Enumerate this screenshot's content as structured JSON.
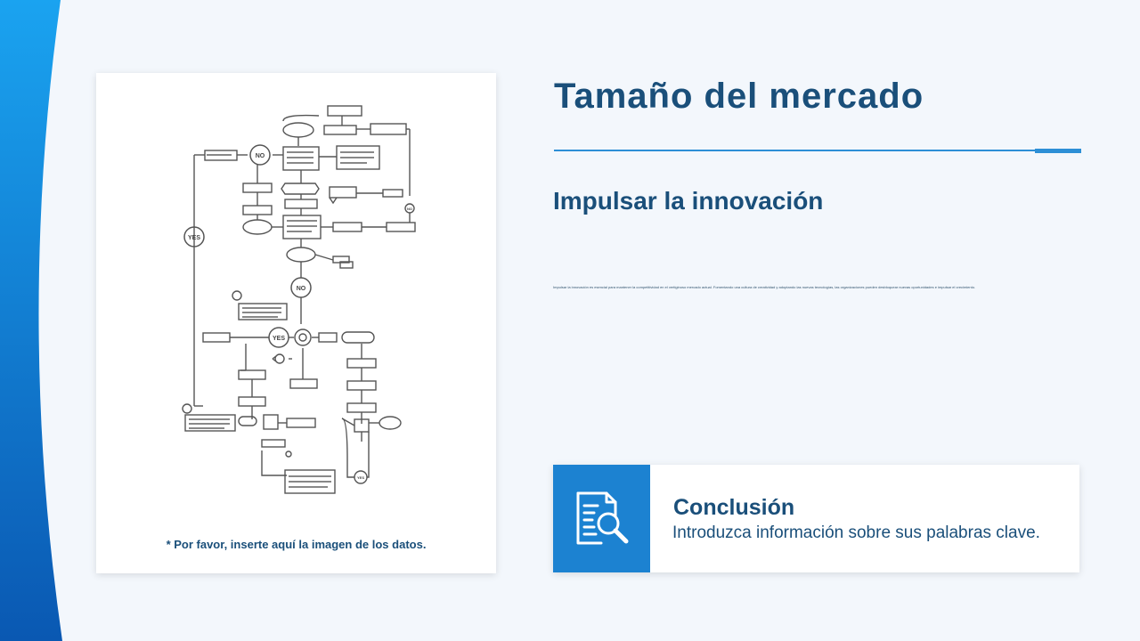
{
  "slide": {
    "title": "Tamaño del mercado",
    "subtitle": "Impulsar la innovación",
    "body": "Impulsar la innovación es esencial para mantener la competitividad en el vertiginoso mercado actual. Fomentando una cultura de creatividad y adoptando las nuevas tecnologías, las organizaciones pueden desbloquear nuevas oportunidades e impulsar el crecimiento.",
    "image_caption": "* Por favor, inserte aquí la imagen de los datos.",
    "conclusion": {
      "title": "Conclusión",
      "text": "Introduzca información sobre sus palabras clave.",
      "icon": "document-search-icon"
    }
  },
  "flowchart": {
    "labels": [
      "NO",
      "YES",
      "NO",
      "YES",
      "NO",
      "YES"
    ]
  },
  "colors": {
    "accent": "#1c82d1",
    "title": "#1a4f7a",
    "background": "#f3f7fc"
  }
}
